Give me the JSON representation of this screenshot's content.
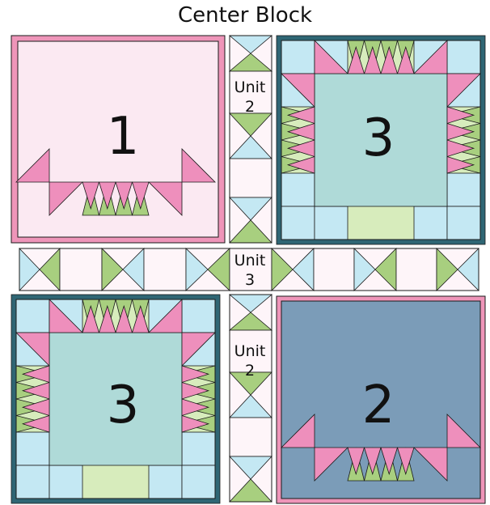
{
  "title": "Center Block",
  "blocks": {
    "plain_pink": "1",
    "plain_blue": "2",
    "star": "3"
  },
  "units": {
    "vertical_word": "Unit",
    "vertical_num": "2",
    "horizontal_word": "Unit",
    "horizontal_num": "3"
  },
  "colors": {
    "pink_light": "#fbe9f2",
    "pink_border": "#ee95b9",
    "pink": "#ee8fbc",
    "blue_block": "#7b9cb8",
    "teal": "#afdad8",
    "teal_dark": "#2f6674",
    "green": "#a8cf7f",
    "green_light": "#d7ecbc",
    "sky": "#c4e8f3",
    "white_square": "#fef5f9",
    "outline": "#1a1a1a"
  }
}
